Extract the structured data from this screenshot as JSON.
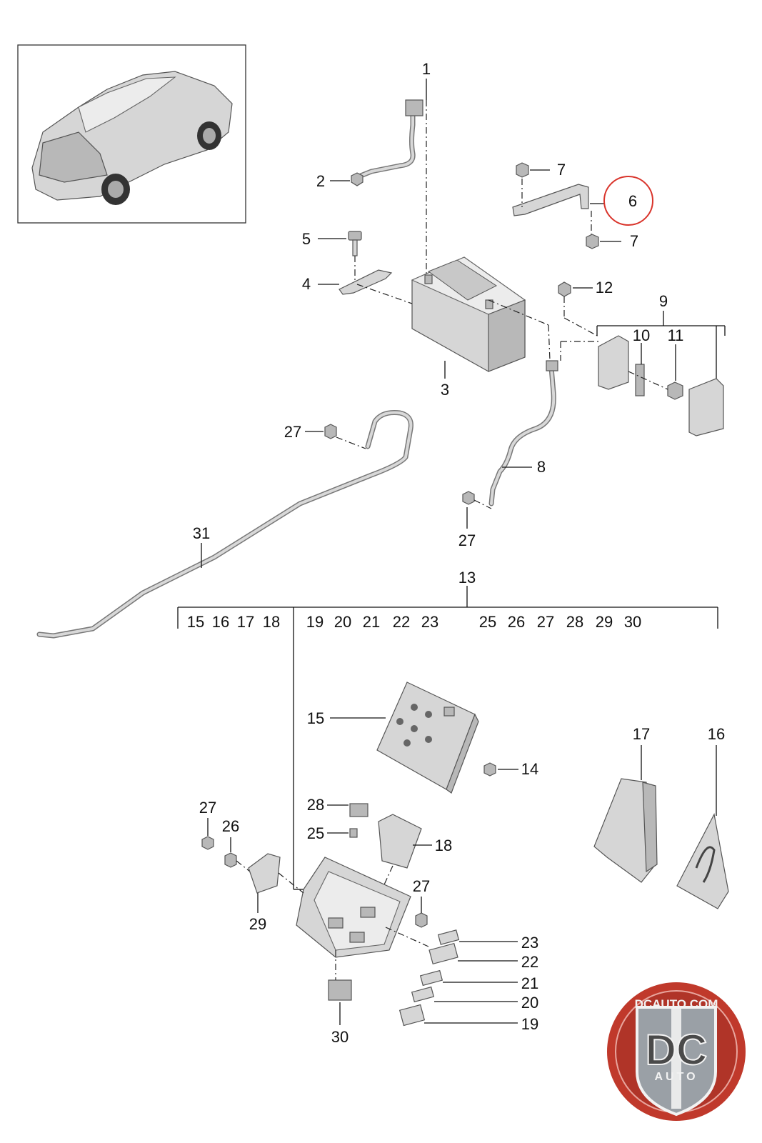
{
  "callouts": {
    "c1": "1",
    "c2": "2",
    "c3": "3",
    "c4": "4",
    "c5": "5",
    "c6": "6",
    "c7a": "7",
    "c7b": "7",
    "c8": "8",
    "c9": "9",
    "c10": "10",
    "c11": "11",
    "c12": "12",
    "c13": "13",
    "c14": "14",
    "c15": "15",
    "c16": "16",
    "c17": "17",
    "c18": "18",
    "c19": "19",
    "c20": "20",
    "c21": "21",
    "c22": "22",
    "c23": "23",
    "c25": "25",
    "c26": "26",
    "c27a": "27",
    "c27b": "27",
    "c27c": "27",
    "c27d": "27",
    "c28": "28",
    "c29": "29",
    "c30": "30",
    "c31": "31"
  },
  "group13_labels": {
    "g15": "15",
    "g16": "16",
    "g17": "17",
    "g18": "18",
    "g19": "19",
    "g20": "20",
    "g21": "21",
    "g22": "22",
    "g23": "23",
    "g25": "25",
    "g26": "26",
    "g27": "27",
    "g28": "28",
    "g29": "29",
    "g30": "30"
  },
  "highlight": {
    "part": "6",
    "color": "#d9342b"
  },
  "watermark": {
    "site": "DCAUTO.COM",
    "monogram": "DC",
    "word": "AUTO",
    "colors": {
      "ring": "#c0392b",
      "text": "#f2f2f2",
      "shield": "#9aa0a6"
    }
  }
}
